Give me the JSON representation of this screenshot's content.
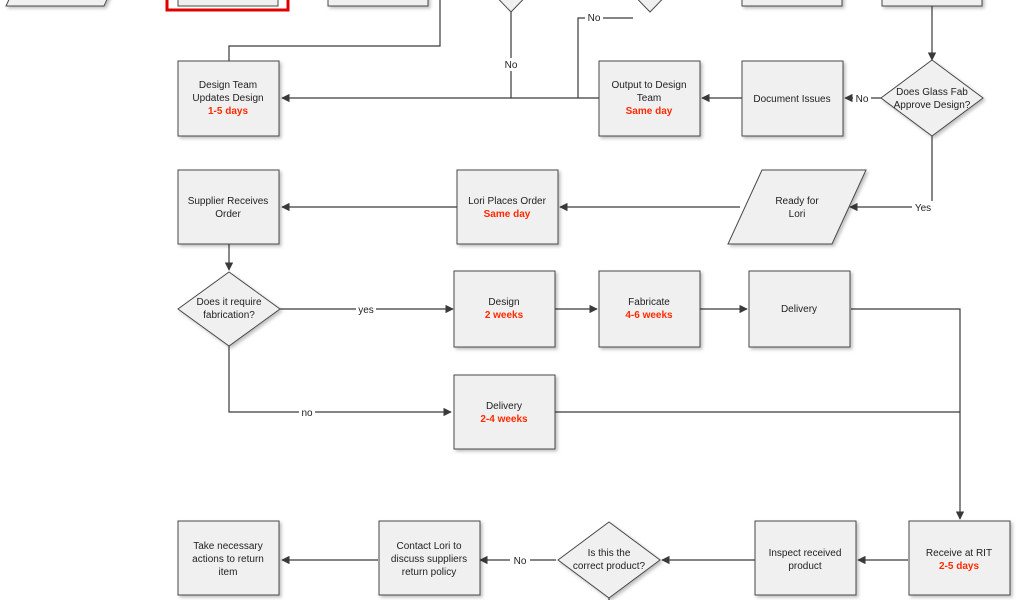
{
  "nodes": {
    "design_team_updates": {
      "line1": "Design Team",
      "line2": "Updates Design",
      "time": "1-5 days"
    },
    "output_to_design_team": {
      "line1": "Output to Design",
      "line2": "Team",
      "time": "Same day"
    },
    "document_issues": {
      "line1": "Document Issues"
    },
    "glass_fab_decision": {
      "line1": "Does Glass Fab",
      "line2": "Approve Design?"
    },
    "supplier_receives_order": {
      "line1": "Supplier Receives",
      "line2": "Order"
    },
    "lori_places_order": {
      "line1": "Lori Places Order",
      "time": "Same day"
    },
    "ready_for_lori": {
      "line1": "Ready for",
      "line2": "Lori"
    },
    "fabrication_decision": {
      "line1": "Does it require",
      "line2": "fabrication?"
    },
    "design_step": {
      "line1": "Design",
      "time": "2 weeks"
    },
    "fabricate_step": {
      "line1": "Fabricate",
      "time": "4-6 weeks"
    },
    "delivery_fab": {
      "line1": "Delivery"
    },
    "delivery_direct": {
      "line1": "Delivery",
      "time": "2-4 weeks"
    },
    "take_actions": {
      "line1": "Take necessary",
      "line2": "actions to return",
      "line3": "item"
    },
    "contact_lori": {
      "line1": "Contact Lori to",
      "line2": "discuss suppliers",
      "line3": "return policy"
    },
    "correct_product_decision": {
      "line1": "Is this the",
      "line2": "correct product?"
    },
    "inspect_product": {
      "line1": "Inspect received",
      "line2": "product"
    },
    "receive_at_rit": {
      "line1": "Receive at RIT",
      "time": "2-5 days"
    }
  },
  "edge_labels": {
    "no_top_left": "No",
    "no_top_right": "No",
    "no_glass_fab": "No",
    "yes_glass_fab": "Yes",
    "yes_fabrication": "yes",
    "no_fabrication": "no",
    "no_correct_product": "No"
  },
  "colors": {
    "accent_time": "#ff2a00",
    "box_fill": "#f0f0f0",
    "box_stroke": "#4a4a4a",
    "highlight": "#e00000"
  }
}
